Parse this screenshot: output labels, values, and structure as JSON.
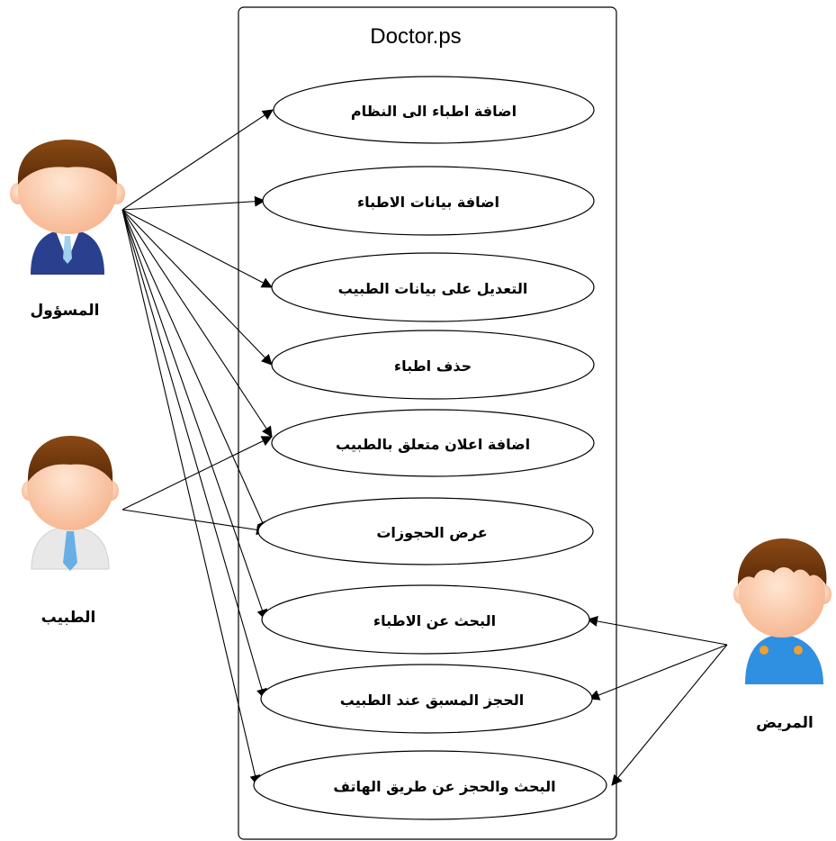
{
  "system": {
    "title": "Doctor.ps"
  },
  "actors": [
    {
      "id": "admin",
      "label": "المسؤول",
      "icon": "admin-man-icon",
      "suit_color": "#2b3f8f",
      "tie_color": "#9fd0f0"
    },
    {
      "id": "doctor",
      "label": "الطبيب",
      "icon": "doctor-man-icon",
      "shirt_color": "#e8e8e8",
      "tie_color": "#6aaee6"
    },
    {
      "id": "patient",
      "label": "المريض",
      "icon": "patient-boy-icon",
      "shirt_color": "#2f8fe0",
      "buttons_color": "#f0a030"
    }
  ],
  "use_cases": [
    {
      "id": "uc1",
      "label": "اضافة اطباء الى النظام"
    },
    {
      "id": "uc2",
      "label": "اضافة بيانات الاطباء"
    },
    {
      "id": "uc3",
      "label": "التعديل على بيانات الطبيب"
    },
    {
      "id": "uc4",
      "label": "حذف اطباء"
    },
    {
      "id": "uc5",
      "label": "اضافة اعلان متعلق بالطبيب"
    },
    {
      "id": "uc6",
      "label": "عرض الحجوزات"
    },
    {
      "id": "uc7",
      "label": "البحث عن الاطباء"
    },
    {
      "id": "uc8",
      "label": "الحجز المسبق عند الطبيب"
    },
    {
      "id": "uc9",
      "label": "البحث والحجز عن طريق الهاتف"
    }
  ],
  "associations": [
    {
      "from": "admin",
      "to": "uc1"
    },
    {
      "from": "admin",
      "to": "uc2"
    },
    {
      "from": "admin",
      "to": "uc3"
    },
    {
      "from": "admin",
      "to": "uc4"
    },
    {
      "from": "admin",
      "to": "uc5"
    },
    {
      "from": "admin",
      "to": "uc6"
    },
    {
      "from": "admin",
      "to": "uc7"
    },
    {
      "from": "admin",
      "to": "uc8"
    },
    {
      "from": "admin",
      "to": "uc9"
    },
    {
      "from": "doctor",
      "to": "uc5"
    },
    {
      "from": "doctor",
      "to": "uc6"
    },
    {
      "from": "patient",
      "to": "uc7"
    },
    {
      "from": "patient",
      "to": "uc8"
    },
    {
      "from": "patient",
      "to": "uc9"
    }
  ]
}
